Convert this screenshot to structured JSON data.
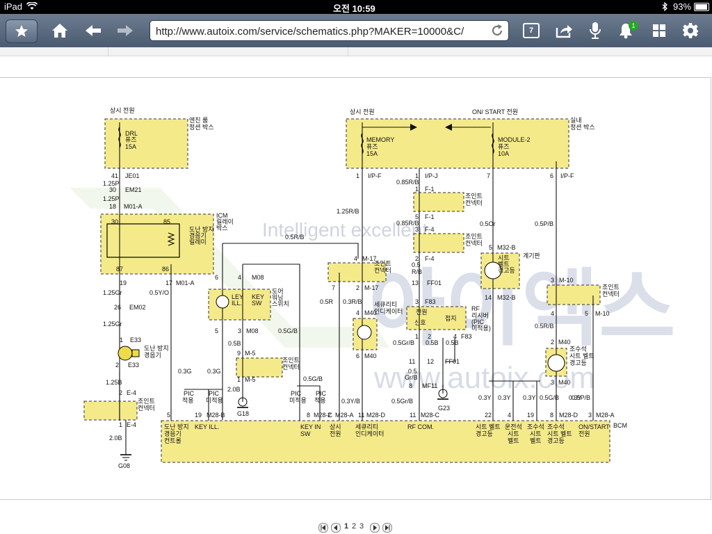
{
  "status": {
    "device": "iPad",
    "time": "오전 10:59",
    "battery": "93%"
  },
  "toolbar": {
    "url": "http://www.autoix.com/service/schematics.php?MAKER=10000&C/",
    "tabs_count": "7",
    "notification_count": "1"
  },
  "pagination": {
    "pages": [
      "1",
      "2",
      "3"
    ]
  },
  "watermark": {
    "line1": "Intelligent excellent",
    "line2": "www.autoix.com",
    "brand": "아이엑스"
  },
  "schematic": {
    "labels": {
      "s1": "상시 전원",
      "s2": "엔진 룸",
      "s3": "정션 박스",
      "s4": "DRL",
      "s5": "퓨즈",
      "s6": "15A",
      "s7": "41",
      "s8": "JE01",
      "s9": "1.25P",
      "s10": "30",
      "s11": "EM21",
      "s12": "1.25P",
      "s13": "18",
      "s14": "M01-A",
      "s15": "ICM",
      "s16": "릴레이",
      "s17": "박스",
      "s18": "30",
      "s19": "85",
      "s20": "도난 방지",
      "s21": "경음기",
      "s22": "릴레이",
      "s23": "87",
      "s24": "86",
      "s25": "19",
      "s26": "17",
      "s27": "M01-A",
      "s28": "1.25Gr",
      "s29": "0.5Y/O",
      "s30": "26",
      "s31": "EM02",
      "s32": "1.25Gr",
      "s33": "1",
      "s34": "E33",
      "s35": "도난 방지",
      "s36": "경음기",
      "s37": "2",
      "s38": "E33",
      "s39": "1.25B",
      "s40": "2",
      "s41": "E-4",
      "s42": "조인트",
      "s43": "컨넥터",
      "s44": "1",
      "s45": "E-4",
      "s46": "2.0B",
      "s47": "G08",
      "s48": "0.5R/B",
      "s49": "6",
      "s50": "4",
      "s51": "M08",
      "s52": "도어",
      "s53": "워닝",
      "s54": "스위치",
      "s55": "LEY",
      "s56": "ILL.",
      "s57": "KEY",
      "s58": "SW",
      "s59": "5",
      "s60": "3",
      "s61": "M08",
      "s62": "0.5B",
      "s63": "0.5G/B",
      "s64": "9",
      "s65": "M-5",
      "s66": "조인트",
      "s67": "컨넥터",
      "s68": "1",
      "s69": "M-5",
      "s70": "0.3G",
      "s71": "0.3G",
      "s72": "2.0B",
      "s73": "G18",
      "s74": "PIC",
      "s75": "적용",
      "s76": "PIC",
      "s77": "미적용",
      "s78": "0.5G/B",
      "s79": "PIC",
      "s80": "미적용",
      "s81": "PIC",
      "s82": "적용",
      "s83": "상시 전원",
      "s84": "MEMORY",
      "s85": "퓨즈",
      "s86": "15A",
      "s87": "ON/ START 전원",
      "s88": "실내",
      "s89": "정션 박스",
      "s90": "MODULE-2",
      "s91": "퓨즈",
      "s92": "10A",
      "s93": "1",
      "s94": "I/P-F",
      "s95": "1",
      "s96": "I/P-J",
      "s97": "7",
      "s98": "6",
      "s99": "I/P-F",
      "s100": "0.85R/B",
      "s101": "1",
      "s102": "F-1",
      "s103": "조인트",
      "s104": "컨넥터",
      "s105": "5",
      "s106": "F-1",
      "s107": "1.25R/B",
      "s108": "0.85R/B",
      "s109": "3",
      "s110": "F-4",
      "s111": "조인트",
      "s112": "컨넥터",
      "s113": "2",
      "s114": "F-4",
      "s115": "0.5Or",
      "s116": "0.5P/B",
      "s117": "4",
      "s118": "M-17",
      "s119": "조인트",
      "s120": "컨넥터",
      "s121": "7",
      "s122": "2",
      "s123": "M-17",
      "s124": "0.5R",
      "s125": "0.3R/B",
      "s126": "4",
      "s127": "M40",
      "s128": "세큐리티",
      "s129": "인디케이터",
      "s130": "6",
      "s131": "M40",
      "s132": "0.5",
      "s133": "R/B",
      "s134": "13",
      "s135": "FF01",
      "s136": "3",
      "s137": "F83",
      "s138": "RF",
      "s139": "리시버",
      "s140": "(PIC",
      "s141": "미적용)",
      "s142": "전원",
      "s143": "신호",
      "s144": "접지",
      "s145": "1",
      "s146": "2",
      "s147": "4",
      "s148": "F83",
      "s149": "0.5Gr/B",
      "s150": "0.5B",
      "s151": "0.5B",
      "s152": "11",
      "s153": "12",
      "s154": "FF01",
      "s155": "0.5",
      "s156": "Gr/B",
      "s157": "8",
      "s158": "MF11",
      "s159": "0.5Gr/B",
      "s160": "G23",
      "s161": "5",
      "s162": "M32-B",
      "s163": "계기판",
      "s164": "시트",
      "s165": "벨트",
      "s166": "경고등",
      "s167": "14",
      "s168": "M32-B",
      "s169": "3",
      "s170": "M-10",
      "s171": "조인트",
      "s172": "컨넥터",
      "s173": "4",
      "s174": "5",
      "s175": "M-10",
      "s176": "0.5R/B",
      "s177": "2",
      "s178": "M40",
      "s179": "조수석",
      "s180": "시트 벨트",
      "s181": "경고등",
      "s182": "3",
      "s183": "M40",
      "s184": "0.3Y",
      "s185": "0.3Y",
      "s186": "0.3Y",
      "s187": "0.5G/B",
      "s188": "0.3Y",
      "s189": "0.5P/B",
      "s190": "0.3Y/B",
      "s191": "5",
      "s192": "19",
      "s193": "M28-B",
      "s194": "8",
      "s195": "M28-C",
      "s196": "2",
      "s197": "M28-A",
      "s198": "11",
      "s199": "M28-D",
      "s200": "11",
      "s201": "M28-C",
      "s202": "22",
      "s203": "4",
      "s204": "19",
      "s205": "8",
      "s206": "M28-D",
      "s207": "3",
      "s208": "M28-A",
      "s209": "BCM",
      "s210": "도난 방지",
      "s211": "경음기",
      "s212": "컨트롤",
      "s213": "KEY ILL.",
      "s214": "KEY IN",
      "s215": "SW",
      "s216": "상시",
      "s217": "전원",
      "s218": "세큐리티",
      "s219": "인디케이터",
      "s220": "RF COM.",
      "s221": "시트 벨트",
      "s222": "경고등",
      "s223": "운전석",
      "s224": "시트",
      "s225": "벨트",
      "s226": "조수석",
      "s227": "시트",
      "s228": "벨트",
      "s229": "조수석",
      "s230": "시트 벨트",
      "s231": "경고등",
      "s232": "ON/START",
      "s233": "전원"
    }
  }
}
